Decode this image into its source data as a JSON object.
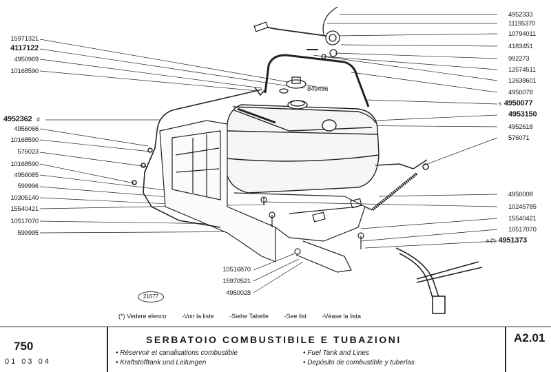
{
  "part_numbers": {
    "left": [
      "15971321",
      "4117122",
      "4950969",
      "10168590",
      "4952362",
      "4956066",
      "10168590",
      "576023",
      "10168590",
      "4956085",
      "599996",
      "10305140",
      "15540421",
      "10517070",
      "599995"
    ],
    "right": [
      "4952333",
      "11195370",
      "10794011",
      "4183451",
      "992273",
      "12574511",
      "12638601",
      "4950078",
      "4950077",
      "4953150",
      "4952618",
      "576071",
      "4950008",
      "10245785",
      "15540421",
      "10517070",
      "4951373"
    ],
    "bottom": [
      "10516870",
      "15970521",
      "4950028"
    ],
    "center": "849496"
  },
  "markers": {
    "d_marker": "d",
    "s_marker": "s",
    "s_star_marker": "s (*)"
  },
  "figure_number": "21677",
  "legend": [
    "(*) Vedere elenco",
    "-Voir la liste",
    "-Siehe Tabelle",
    "-See list",
    "-Vèase la lista"
  ],
  "footer": {
    "model": "750",
    "date": "01  03  04",
    "title": "SERBATOIO COMBUSTIBILE E TUBAZIONI",
    "translations": [
      "• Réservoir et canalisations combustible",
      "• Kraftstofftank und Leitungen",
      "• Fuel Tank and Lines",
      "• Depósito de combustible y tuberlas"
    ],
    "code": "A2.01"
  }
}
